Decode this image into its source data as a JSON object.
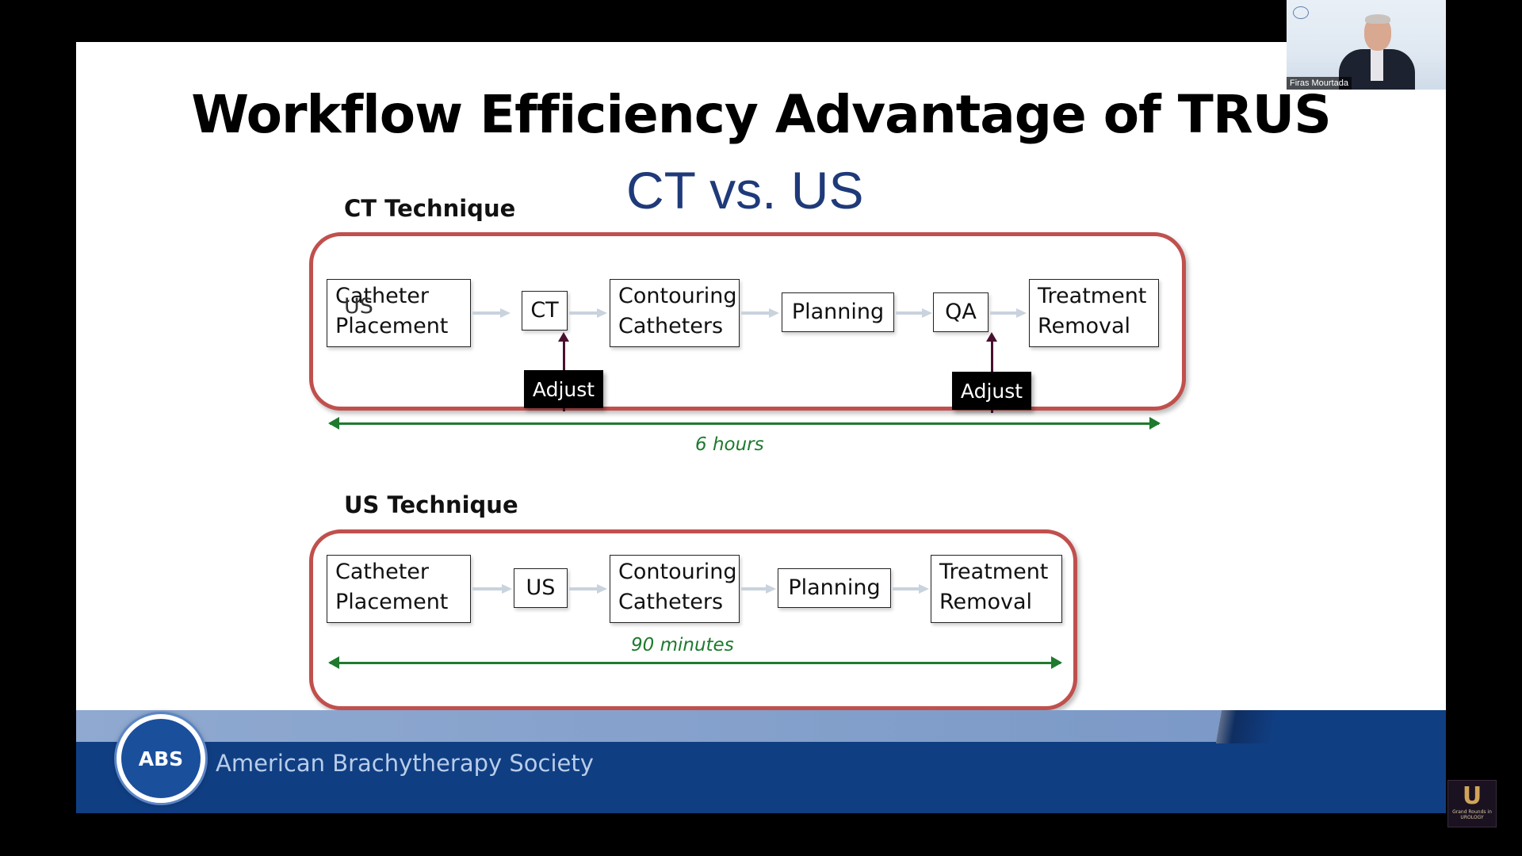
{
  "slide": {
    "title": "Workflow Efficiency Advantage of TRUS",
    "subtitle": "CT vs. US",
    "ct": {
      "label": "CT Technique",
      "steps": [
        "Catheter Placement",
        "CT",
        "Contouring Catheters",
        "Planning",
        "QA",
        "Treatment Removal"
      ],
      "step_lines": {
        "s1a": "Catheter",
        "s1b": "Placement",
        "s2": "CT",
        "s3a": "Contouring",
        "s3b": "Catheters",
        "s4": "Planning",
        "s5": "QA",
        "s6a": "Treatment",
        "s6b": "Removal"
      },
      "overlay_text": "US",
      "adjust_labels": [
        "Adjust",
        "Adjust"
      ],
      "duration": "6 hours"
    },
    "us": {
      "label": "US Technique",
      "step_lines": {
        "s1a": "Catheter",
        "s1b": "Placement",
        "s2": "US",
        "s3a": "Contouring",
        "s3b": "Catheters",
        "s4": "Planning",
        "s5a": "Treatment",
        "s5b": "Removal"
      },
      "duration": "90 minutes"
    },
    "footer": {
      "logo_text": "ABS",
      "org_name": "American Brachytherapy Society"
    }
  },
  "webcam": {
    "participant_name": "Firas Mourtada"
  },
  "corner_badge": {
    "letter": "U",
    "text": "Grand Rounds in UROLOGY"
  },
  "colors": {
    "panel_border": "#c0504d",
    "subtitle": "#1f3a7a",
    "timeline": "#1e7a2e",
    "footer_dark": "#103e82",
    "footer_light": "#8fa9d0"
  }
}
